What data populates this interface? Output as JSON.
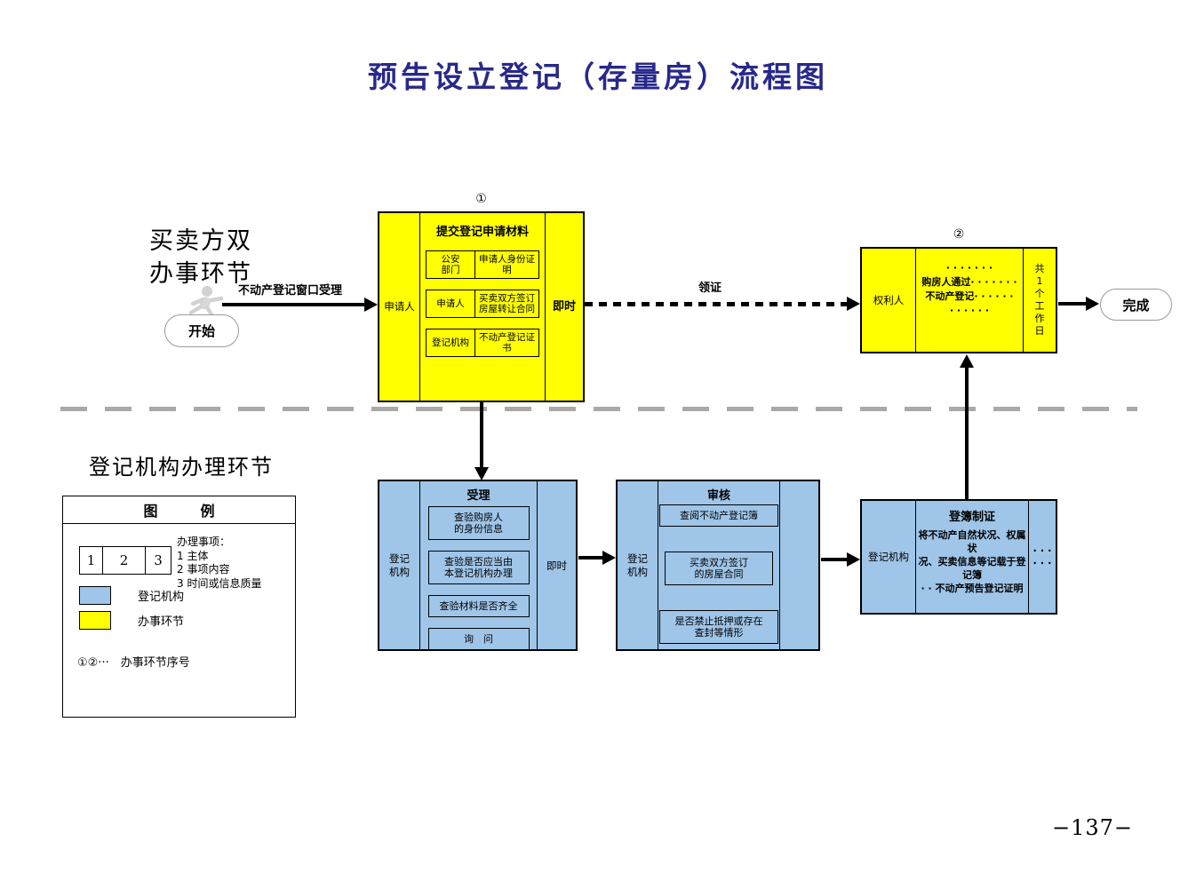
{
  "title": "预告设立登记（存量房）流程图",
  "page_number": "−137−",
  "lane_top_label": "买卖方双\n办事环节",
  "lane_bottom_label": "登记机构办理环节",
  "start_label": "开始",
  "finish_label": "完成",
  "arrow_window_label": "不动产登记窗口受理",
  "arrow_cert_label": "领证",
  "colors": {
    "yellow": "#FFFF00",
    "blue": "#9FC5E8",
    "title_blue": "#28288C",
    "divider_gray": "#A9A9A9"
  },
  "step1": {
    "number": "①",
    "actor": "申请人",
    "title": "提交登记申请材料",
    "time": "即时",
    "items": [
      {
        "source": "公安\n部门",
        "content": "申请人身份证明"
      },
      {
        "source": "申请人",
        "content": "买卖双方签订\n房屋转让合同"
      },
      {
        "source": "登记机构",
        "content": "不动产登记证书"
      }
    ]
  },
  "step2": {
    "number": "②",
    "actor": "权利人",
    "content": "· · · · · · ·\n购房人通过· · · · · · ·\n不动产登记· · · · · ·\n· · · · · ·",
    "time": "共\n1\n个\n工\n作\n日"
  },
  "accept": {
    "actor": "登记\n机构",
    "title": "受理",
    "time": "即时",
    "items": [
      "查验购房人\n的身份信息",
      "查验是否应当由\n本登记机构办理",
      "查验材料是否齐全",
      "询　问"
    ]
  },
  "review": {
    "actor": "登记\n机构",
    "title": "审核",
    "items": [
      "查阅不动产登记簿",
      "买卖双方签订\n的房屋合同",
      "是否禁止抵押或存在\n查封等情形"
    ]
  },
  "record": {
    "actor": "登记机构",
    "title": "登簿制证",
    "content": "将不动产自然状况、权属状\n况、买卖信息等记载于登记簿\n· · 不动产预告登记证明",
    "time": "· · ·\n· · ·"
  },
  "legend": {
    "title": "图　　　例",
    "cells": [
      "1",
      "2",
      "3"
    ],
    "note": "办理事项：\n1 主体\n2 事项内容\n3 时间或信息质量",
    "swatch_blue_label": "登记机构",
    "swatch_yellow_label": "办事环节",
    "serial_note": "①②···　办事环节序号"
  }
}
